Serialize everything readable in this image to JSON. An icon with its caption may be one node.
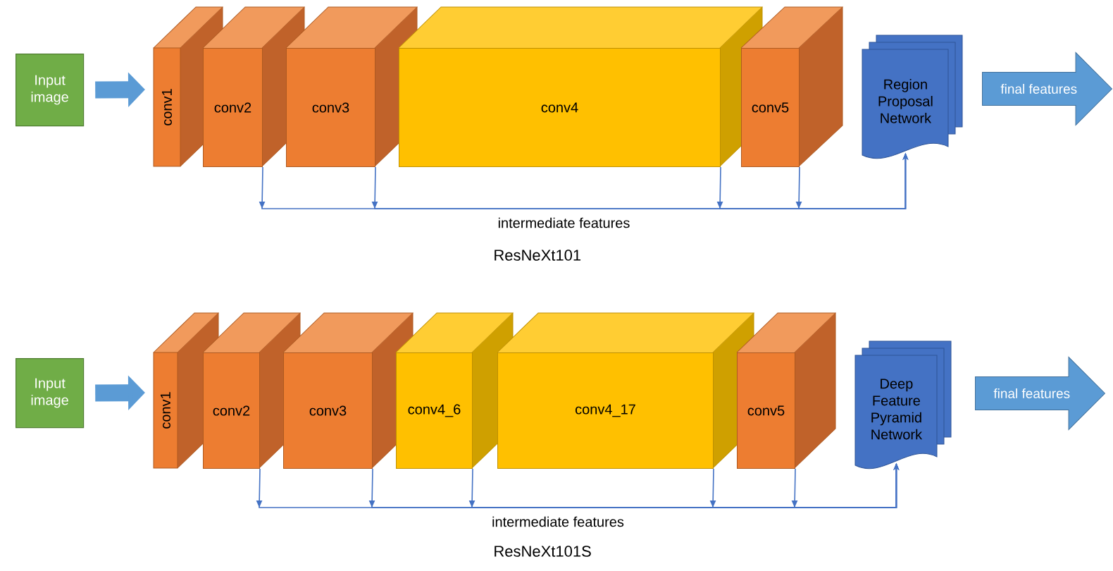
{
  "diagram": {
    "nodes": [
      {
        "text": [
          "Input image"
        ]
      },
      {
        "text": [
          "conv1"
        ]
      },
      {
        "text": [
          "conv2"
        ]
      },
      {
        "text": [
          "conv3"
        ]
      },
      {
        "text": [
          "conv4"
        ]
      },
      {
        "text": [
          "conv5"
        ]
      },
      {
        "text": [
          "Region Proposal Network"
        ]
      },
      {
        "text": [
          "final features"
        ]
      },
      {
        "text": [
          "Input image"
        ]
      },
      {
        "text": [
          "conv1"
        ]
      },
      {
        "text": [
          "conv2"
        ]
      },
      {
        "text": [
          "conv3"
        ]
      },
      {
        "text": [
          "conv4_6"
        ]
      },
      {
        "text": [
          "conv4_17"
        ]
      },
      {
        "text": [
          "conv5"
        ]
      },
      {
        "text": [
          "Deep Feature Pyramid Network"
        ]
      },
      {
        "text": [
          "final features"
        ]
      }
    ],
    "edges": [
      {
        "from": 0,
        "to": 1,
        "arrow": "to",
        "style": "thick",
        "color": "#5b9bd5"
      },
      {
        "from": 2,
        "to": 6,
        "arrow": "to",
        "label": "intermediate features"
      },
      {
        "from": 3,
        "to": 6,
        "arrow": "to"
      },
      {
        "from": 4,
        "to": 6,
        "arrow": "to"
      },
      {
        "from": 5,
        "to": 6,
        "arrow": "to"
      },
      {
        "from": 8,
        "to": 9,
        "arrow": "to",
        "style": "thick",
        "color": "#5b9bd5"
      },
      {
        "from": 10,
        "to": 15,
        "arrow": "to",
        "label": "intermediate features"
      },
      {
        "from": 11,
        "to": 15,
        "arrow": "to"
      },
      {
        "from": 12,
        "to": 15,
        "arrow": "to"
      },
      {
        "from": 13,
        "to": 15,
        "arrow": "to"
      },
      {
        "from": 14,
        "to": 15,
        "arrow": "to"
      }
    ],
    "labels": [
      "ResNeXt101",
      "ResNeXt101S"
    ]
  }
}
